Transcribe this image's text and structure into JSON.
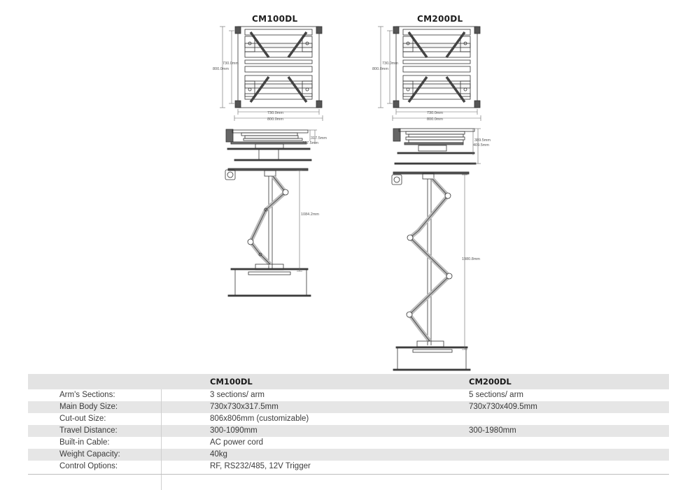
{
  "models": {
    "left": "CM100DL",
    "right": "CM200DL"
  },
  "drawings": {
    "cm100": {
      "top_height_inner": "730.0mm",
      "top_height_outer": "800.0mm",
      "top_width_inner": "730.0mm",
      "top_width_outer": "800.0mm",
      "closed_height_a": "317.5mm",
      "closed_height_b": "297.5mm",
      "travel": "1084.2mm"
    },
    "cm200": {
      "top_height_inner": "730.0mm",
      "top_height_outer": "800.0mm",
      "top_width_inner": "730.0mm",
      "top_width_outer": "800.0mm",
      "closed_height_a": "389.5mm",
      "closed_height_b": "409.5mm",
      "travel": "1980.8mm"
    }
  },
  "table": {
    "headers": [
      "",
      "CM100DL",
      "CM200DL"
    ],
    "rows": [
      {
        "label": "Arm's Sections:",
        "a": "3 sections/ arm",
        "b": "5 sections/ arm"
      },
      {
        "label": "Main Body Size:",
        "a": "730x730x317.5mm",
        "b": "730x730x409.5mm"
      },
      {
        "label": "Cut-out Size:",
        "a": "806x806mm (customizable)",
        "b": ""
      },
      {
        "label": "Travel Distance:",
        "a": "300-1090mm",
        "b": "300-1980mm"
      },
      {
        "label": "Built-in Cable:",
        "a": "AC power cord",
        "b": ""
      },
      {
        "label": "Weight Capacity:",
        "a": "40kg",
        "b": ""
      },
      {
        "label": "Control Options:",
        "a": " RF, RS232/485, 12V Trigger",
        "b": ""
      }
    ]
  }
}
